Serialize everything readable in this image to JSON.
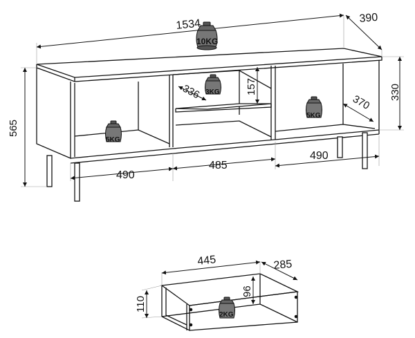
{
  "dimensions": {
    "total_width": "1534",
    "depth": "390",
    "height_total": "565",
    "carcass_height": "330",
    "compartment_left": "490",
    "compartment_center": "485",
    "compartment_right": "490",
    "center_shelf_depth": "336",
    "center_shelf_height": "157",
    "compartment_depth": "370",
    "drawer_width": "445",
    "drawer_depth": "285",
    "drawer_inner_height": "96",
    "drawer_height": "110"
  },
  "weights": {
    "top_load": "10KG",
    "center_shelf_load": "3KG",
    "left_compartment_load": "5KG",
    "right_compartment_load": "5KG",
    "drawer_load": "2KG"
  },
  "icons": {
    "weight": "weight-icon"
  }
}
